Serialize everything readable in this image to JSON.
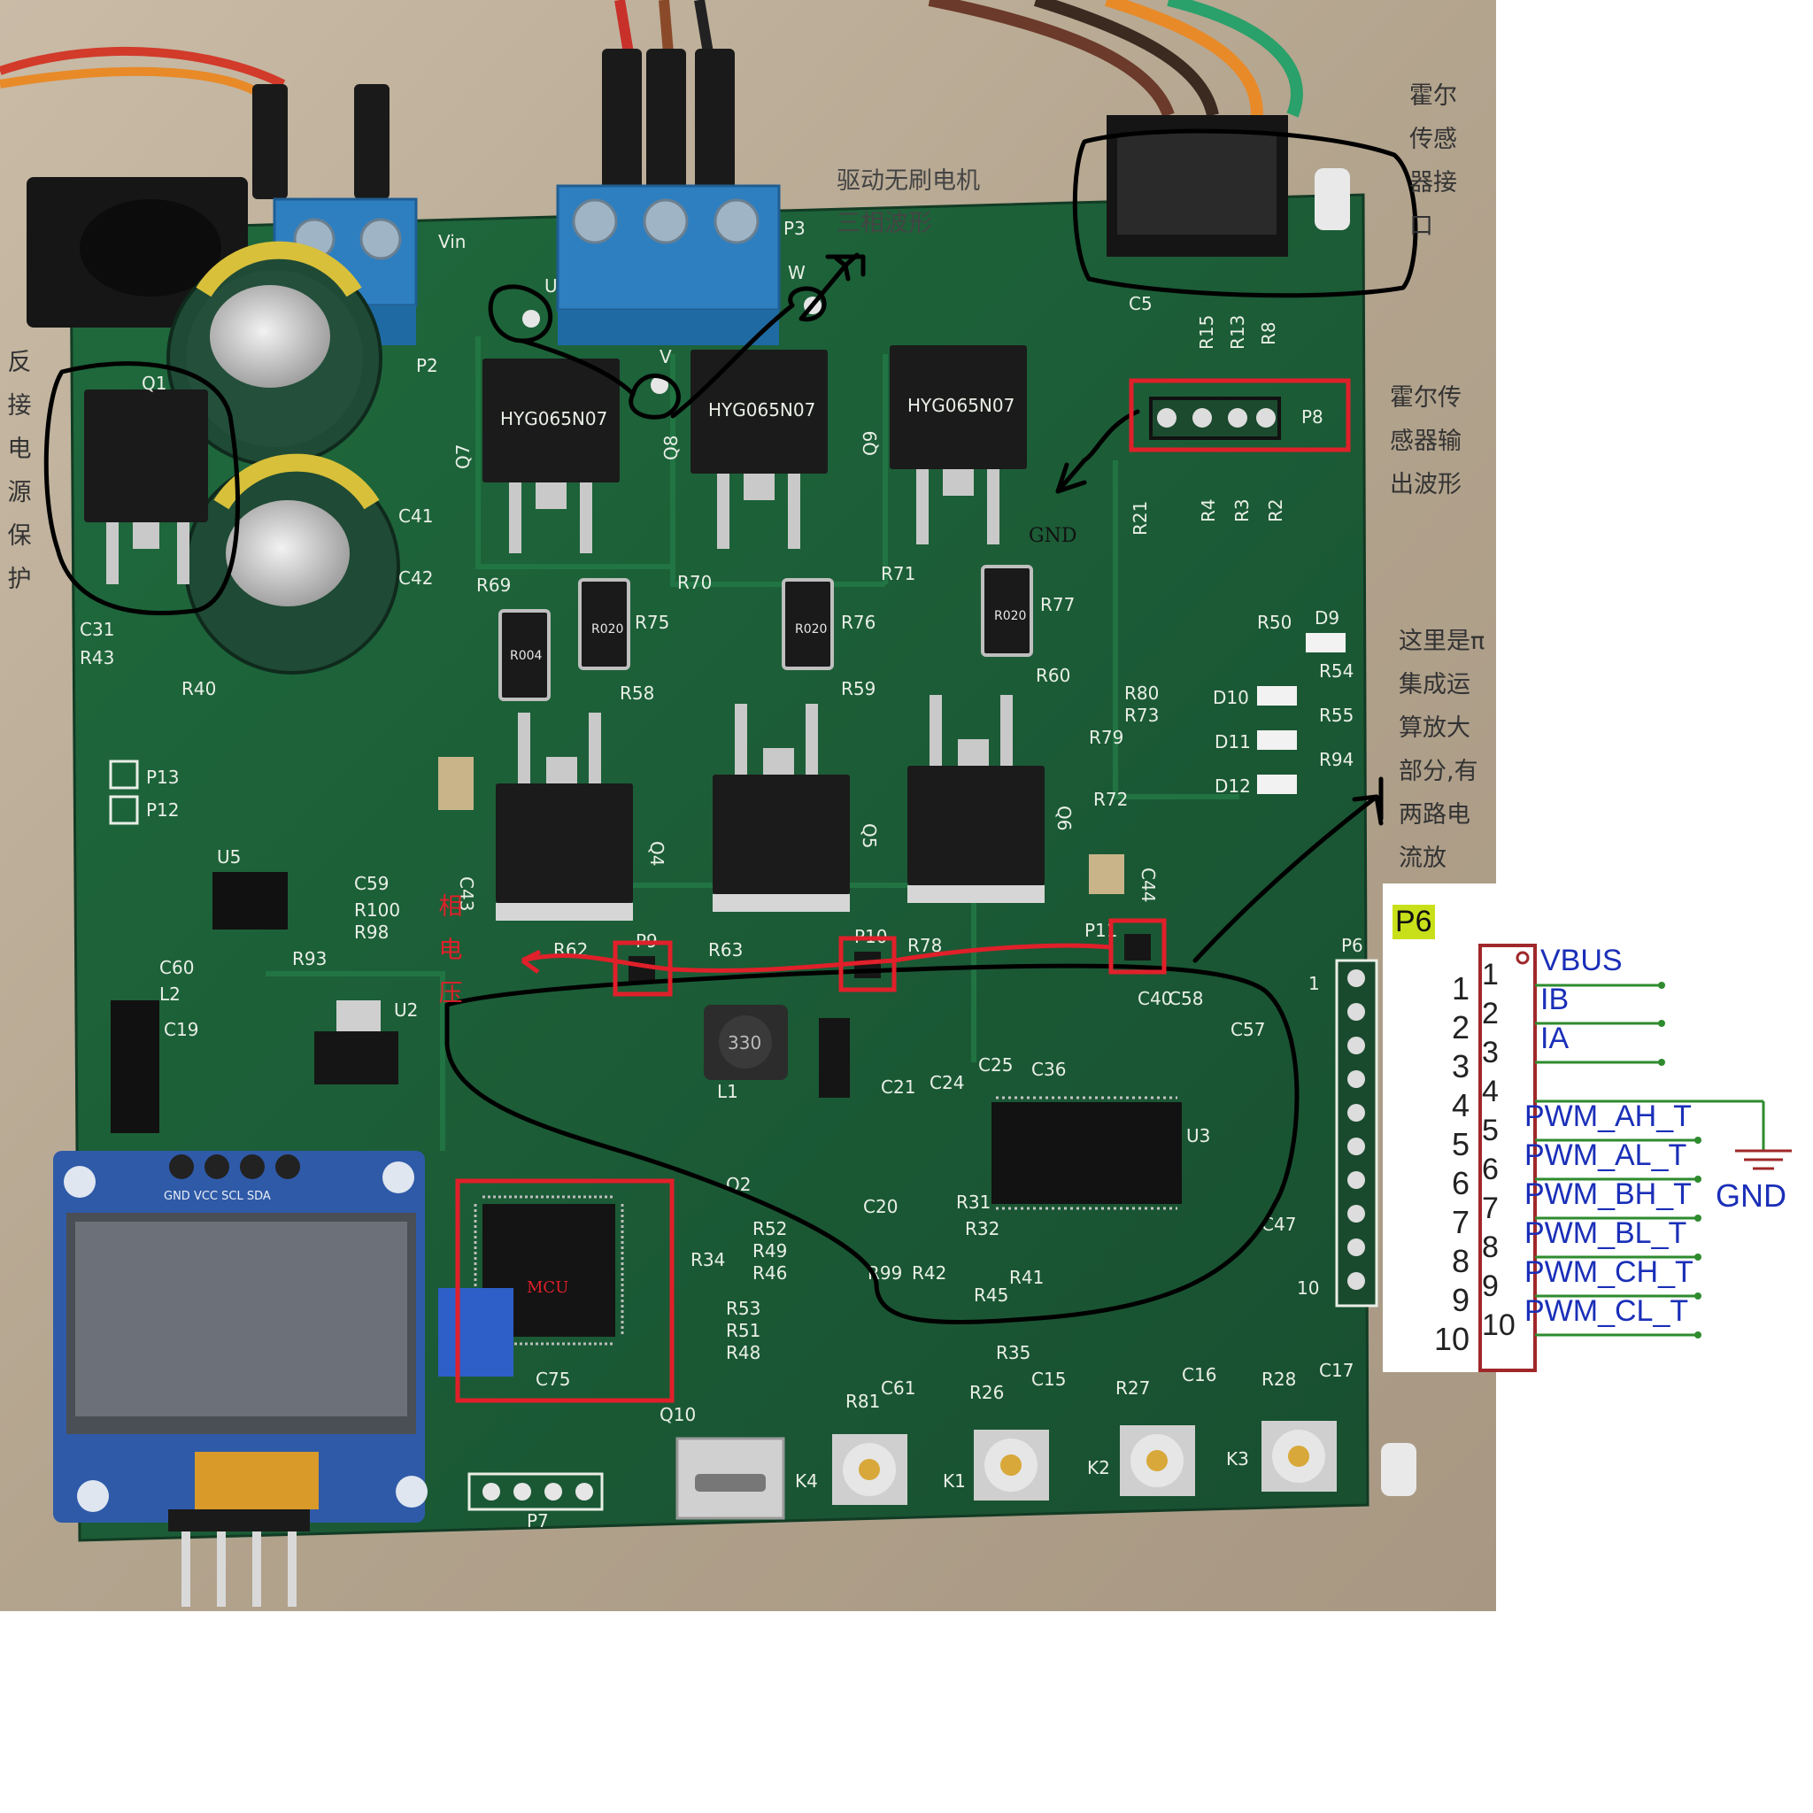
{
  "annotations": {
    "reverse_protection": "反接电源保护",
    "motor_drive": "驱动无刷电机",
    "three_phase": "三相波形",
    "hall_interface": "霍尔传感器接口",
    "hall_output": "霍尔传感器输出波形",
    "opamp_note": "这里是π集成运算放大部分,有两路电流放",
    "phase_voltage": "相电压",
    "gnd_small": "GND",
    "mcu": "MCU"
  },
  "silkscreen": {
    "vin": "Vin",
    "p2": "P2",
    "p3": "P3",
    "u": "U",
    "v": "V",
    "w": "W",
    "q1": "Q1",
    "q7": "Q7",
    "q8": "Q8",
    "q9": "Q9",
    "q4": "Q4",
    "q5": "Q5",
    "q6": "Q6",
    "c41": "C41",
    "c42": "C42",
    "c43": "C43",
    "c44": "C44",
    "c5": "C5",
    "r69": "R69",
    "r70": "R70",
    "r71": "R71",
    "r75": "R75",
    "r76": "R76",
    "r77": "R77",
    "r58": "R58",
    "r59": "R59",
    "r60": "R60",
    "r40": "R40",
    "r43": "R43",
    "c31": "C31",
    "p13": "P13",
    "p12": "P12",
    "u5": "U5",
    "u2": "U2",
    "u3": "U3",
    "l1": "L1",
    "l2": "L2",
    "c59": "C59",
    "r100": "R100",
    "r98": "R98",
    "r93": "R93",
    "c60": "C60",
    "c19": "C19",
    "p9": "P9",
    "p10": "P10",
    "p11": "P11",
    "p6": "P6",
    "p7": "P7",
    "p8": "P8",
    "r62": "R62",
    "r63": "R63",
    "r78": "R78",
    "r80": "R80",
    "r73": "R73",
    "r79": "R79",
    "r72": "R72",
    "r50": "R50",
    "d9": "D9",
    "d10": "D10",
    "d11": "D11",
    "d12": "D12",
    "r54": "R54",
    "r55": "R55",
    "r94": "R94",
    "r4": "R4",
    "r3": "R3",
    "r2": "R2",
    "r21": "R21",
    "r15": "R15",
    "r13": "R13",
    "r8": "R8",
    "c40": "C40",
    "c58": "C58",
    "c57": "C57",
    "c21": "C21",
    "c24": "C24",
    "c25": "C25",
    "c36": "C36",
    "c47": "C47",
    "c20": "C20",
    "r31": "R31",
    "r32": "R32",
    "r41": "R41",
    "r45": "R45",
    "r42": "R42",
    "r99": "R99",
    "r52": "R52",
    "r49": "R49",
    "r46": "R46",
    "r34": "R34",
    "q2": "Q2",
    "q10": "Q10",
    "r53": "R53",
    "r51": "R51",
    "r48": "R48",
    "r35": "R35",
    "c75": "C75",
    "r81": "R81",
    "c61": "C61",
    "r26": "R26",
    "c15": "C15",
    "r27": "R27",
    "c16": "C16",
    "r28": "R28",
    "c17": "C17",
    "k1": "K1",
    "k2": "K2",
    "k3": "K3",
    "k4": "K4",
    "n1": "1",
    "n10": "10",
    "shunt": "R020",
    "shunt2": "R004",
    "inductor": "330",
    "mos_mark": "HYG065N07",
    "oled_pins": "GND VCC SCL SDA"
  },
  "schematic": {
    "title": "P6",
    "pins": [
      "1",
      "2",
      "3",
      "4",
      "5",
      "6",
      "7",
      "8",
      "9",
      "10"
    ],
    "pins_inner": [
      "1",
      "2",
      "3",
      "4",
      "5",
      "6",
      "7",
      "8",
      "9",
      "10"
    ],
    "nets": [
      "VBUS",
      "IB",
      "IA",
      "",
      "PWM_AH_T",
      "PWM_AL_T",
      "PWM_BH_T",
      "PWM_BL_T",
      "PWM_CH_T",
      "PWM_CL_T"
    ],
    "gnd": "GND"
  },
  "colors": {
    "pcb": "#1d5b36",
    "terminal": "#2e7fc0",
    "ink_black": "#000000",
    "ink_red": "#e0202a",
    "net_text": "#1a2fb8",
    "wire_green": "#2e8b2e",
    "pin_box": "#a0282a"
  }
}
